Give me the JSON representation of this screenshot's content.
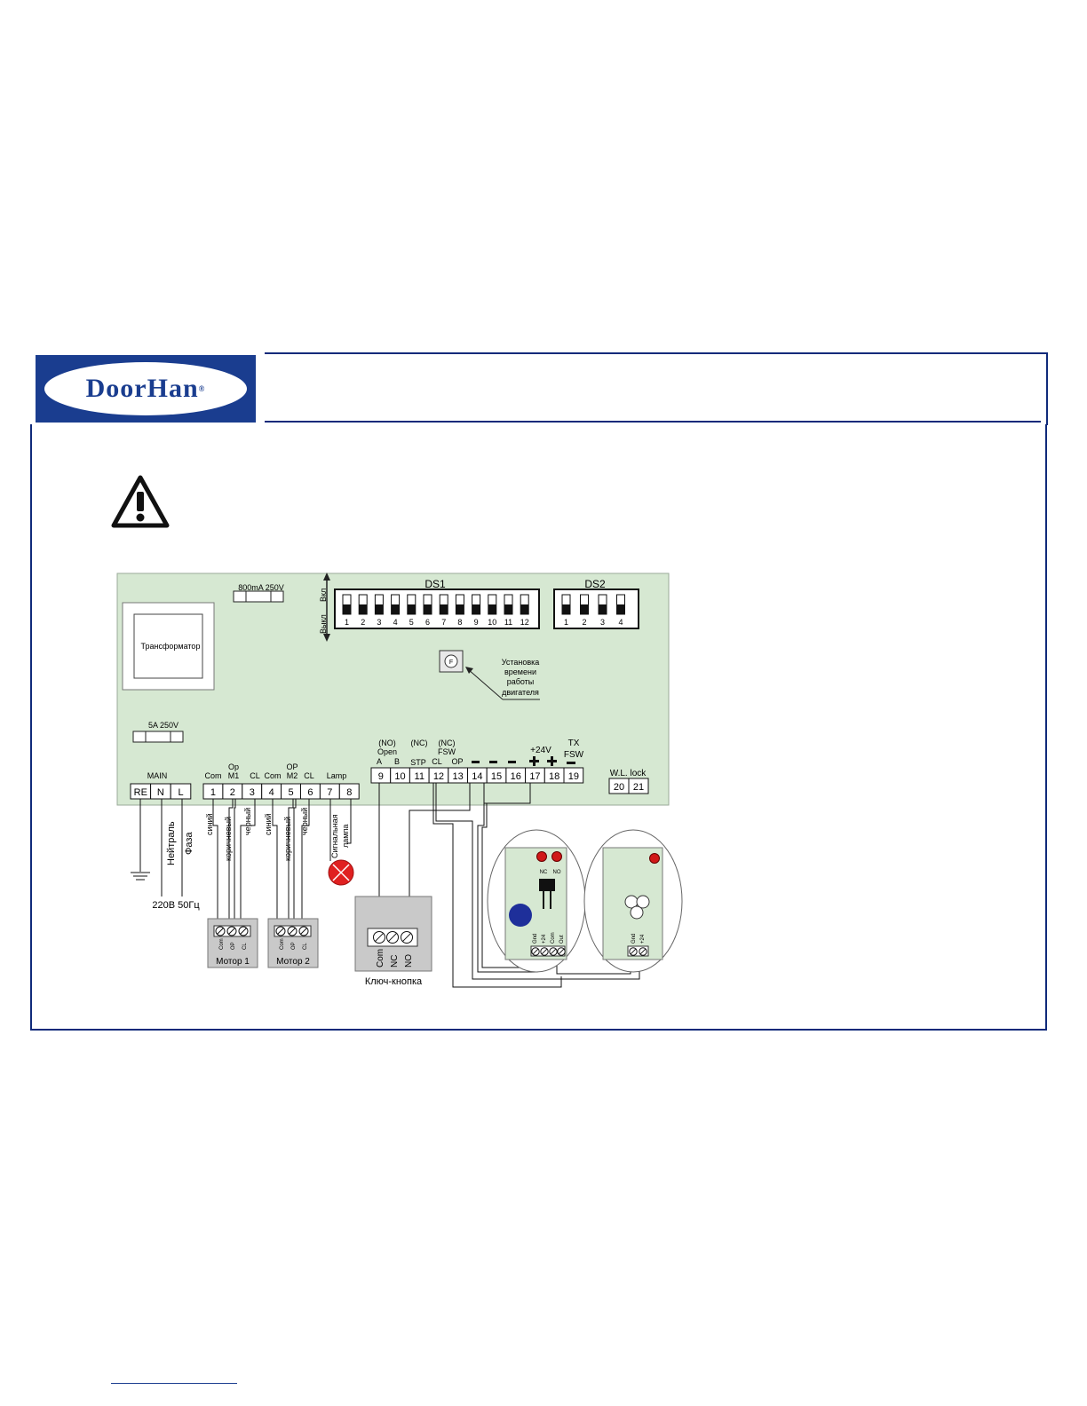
{
  "brand": {
    "name": "DoorHan",
    "logo_text": "DoorHan",
    "registered": "®"
  },
  "board": {
    "fuse_top": "800mA 250V",
    "fuse_main": "5A 250V",
    "transformer": "Трансформатор",
    "ds1": {
      "title": "DS1",
      "on_label": "Вкл",
      "off_label": "Выкл",
      "numbers": [
        "1",
        "2",
        "3",
        "4",
        "5",
        "6",
        "7",
        "8",
        "9",
        "10",
        "11",
        "12"
      ]
    },
    "ds2": {
      "title": "DS2",
      "numbers": [
        "1",
        "2",
        "3",
        "4"
      ]
    },
    "timer_button": {
      "glyph": "F",
      "line1": "Установка",
      "line2": "времени",
      "line3": "работы",
      "line4": "двигателя"
    },
    "terminals_main": {
      "group": "MAIN",
      "labels": [
        "RE",
        "N",
        "L"
      ]
    },
    "terminals_motor": {
      "top_m1": "Op",
      "m1": "M1",
      "top_m2": "OP",
      "m2": "M2",
      "headers": [
        "Com",
        "CL",
        "Com",
        "CL",
        "Lamp"
      ],
      "numbers": [
        "1",
        "2",
        "3",
        "4",
        "5",
        "6",
        "7",
        "8"
      ]
    },
    "terminals_ctrl": {
      "no": "(NO)",
      "open": "Open",
      "a": "A",
      "b": "B",
      "nc1": "(NC)",
      "stp": "STP",
      "nc2": "(NC)",
      "fsw": "FSW",
      "cl": "CL",
      "op": "OP",
      "plus24": "+24V",
      "tx": "TX",
      "txfsw": "FSW",
      "numbers": [
        "9",
        "10",
        "11",
        "12",
        "13",
        "14",
        "15",
        "16",
        "17",
        "18",
        "19"
      ]
    },
    "wl_lock": {
      "label": "W.L. lock",
      "numbers": [
        "20",
        "21"
      ]
    }
  },
  "wires": {
    "neutral": "Нейтраль",
    "phase": "Фаза",
    "supply": "220В 50Гц",
    "blue": "синий",
    "brown": "коричневый",
    "black": "черный",
    "lamp1": "Сигнальная",
    "lamp2": "лампа"
  },
  "motor1": {
    "label": "Мотор 1",
    "pins": [
      "Com",
      "OP",
      "CL"
    ]
  },
  "motor2": {
    "label": "Мотор 2",
    "pins": [
      "Com",
      "OP",
      "CL"
    ]
  },
  "key_switch": {
    "label": "Ключ-кнопка",
    "pins": [
      "Com",
      "NC",
      "NO"
    ]
  },
  "photocell_rx": {
    "nc": "NC",
    "no": "NO",
    "pins": [
      "Gnd",
      "+24",
      "Com",
      "Out"
    ]
  },
  "photocell_tx": {
    "pins": [
      "Gnd",
      "+24"
    ]
  },
  "colors": {
    "board": "#d6e8d2",
    "frame": "#0f2a7a",
    "lamp": "#e02020",
    "led": "#d01818",
    "blue_dot": "#1e2f9a"
  }
}
